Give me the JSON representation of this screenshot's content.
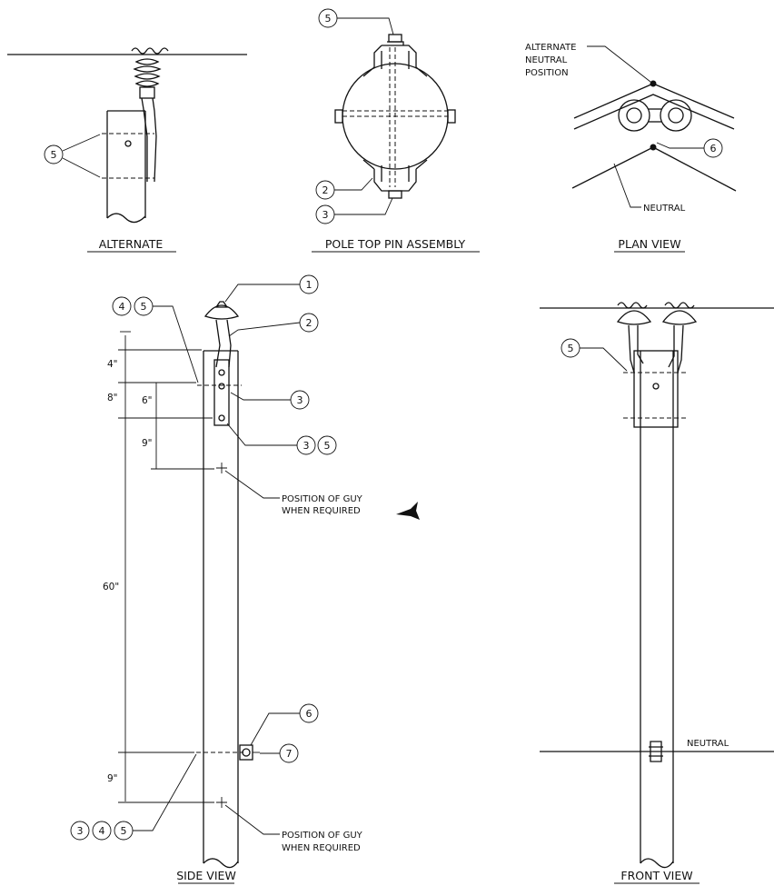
{
  "views": {
    "alternate": {
      "title": "ALTERNATE",
      "callout": "5"
    },
    "pole_top_pin_assembly": {
      "title": "POLE TOP PIN ASSEMBLY",
      "callouts": [
        "5",
        "2",
        "3"
      ]
    },
    "plan_view": {
      "title": "PLAN VIEW",
      "labels": {
        "alternate_neutral": [
          "ALTERNATE",
          "NEUTRAL",
          "POSITION"
        ],
        "neutral": "NEUTRAL"
      },
      "callout": "6"
    },
    "side_view": {
      "title": "SIDE VIEW",
      "dimensions": [
        "4\"",
        "8\"",
        "6\"",
        "9\"",
        "60\"",
        "9\""
      ],
      "callouts": {
        "insulator": "1",
        "pin": "2",
        "bracket_bolt_a": "4",
        "bracket_bolt_b": "5",
        "bracket": "3",
        "bracket_bottom_a": "3",
        "bracket_bottom_b": "5",
        "neutral_rack": "6",
        "neutral_insulator": "7",
        "bottom_a": "3",
        "bottom_b": "4",
        "bottom_c": "5"
      },
      "guy_note_upper": [
        "POSITION OF GUY",
        "WHEN REQUIRED"
      ],
      "guy_note_lower": [
        "POSITION OF GUY",
        "WHEN REQUIRED"
      ]
    },
    "front_view": {
      "title": "FRONT VIEW",
      "callout": "5",
      "neutral_label": "NEUTRAL"
    }
  }
}
